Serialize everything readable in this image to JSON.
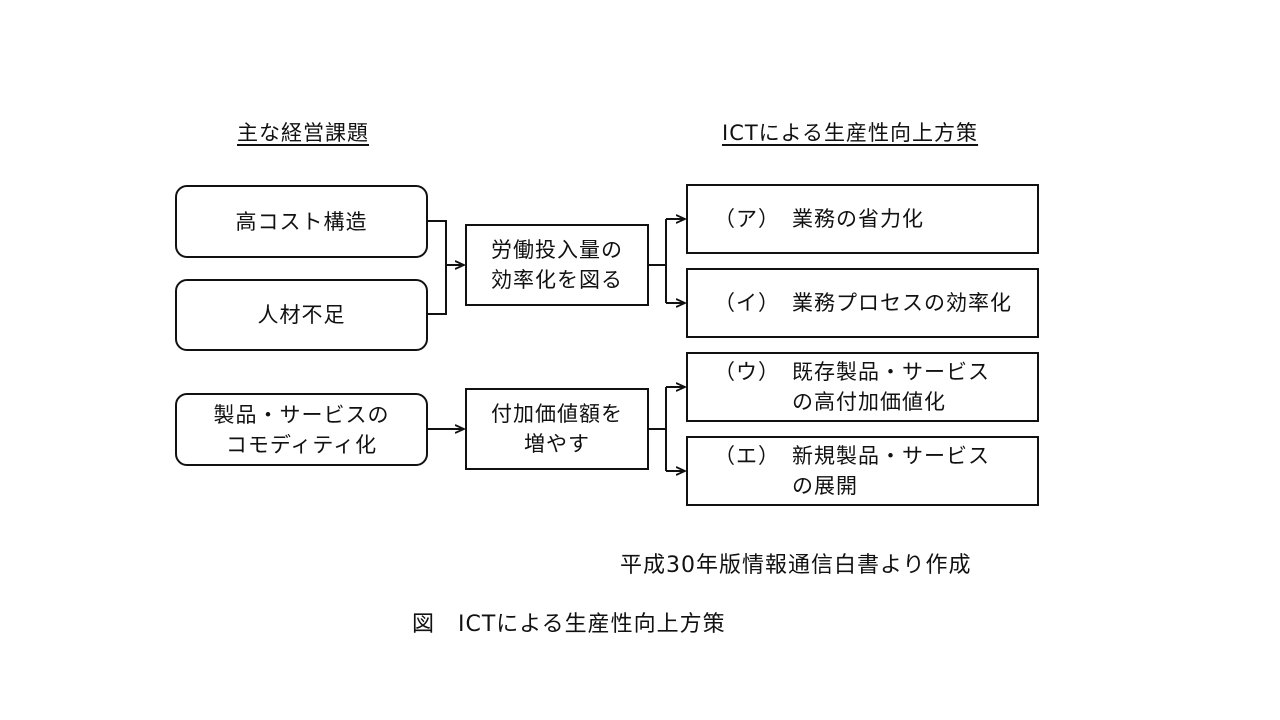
{
  "headings": {
    "left": "主な経営課題",
    "right": "ICTによる生産性向上方策"
  },
  "issues": [
    {
      "lines": [
        "高コスト構造"
      ]
    },
    {
      "lines": [
        "人材不足"
      ]
    },
    {
      "lines": [
        "製品・サービスの",
        "コモディティ化"
      ]
    }
  ],
  "middle": [
    {
      "lines": [
        "労働投入量の",
        "効率化を図る"
      ]
    },
    {
      "lines": [
        "付加価値額を",
        "増やす"
      ]
    }
  ],
  "measures": [
    {
      "tag": "（ア）",
      "lines": [
        "業務の省力化"
      ]
    },
    {
      "tag": "（イ）",
      "lines": [
        "業務プロセスの効率化"
      ]
    },
    {
      "tag": "（ウ）",
      "lines": [
        "既存製品・サービス",
        "の高付加価値化"
      ]
    },
    {
      "tag": "（エ）",
      "lines": [
        "新規製品・サービス",
        "の展開"
      ]
    }
  ],
  "source": "平成30年版情報通信白書より作成",
  "caption": "図　ICTによる生産性向上方策"
}
